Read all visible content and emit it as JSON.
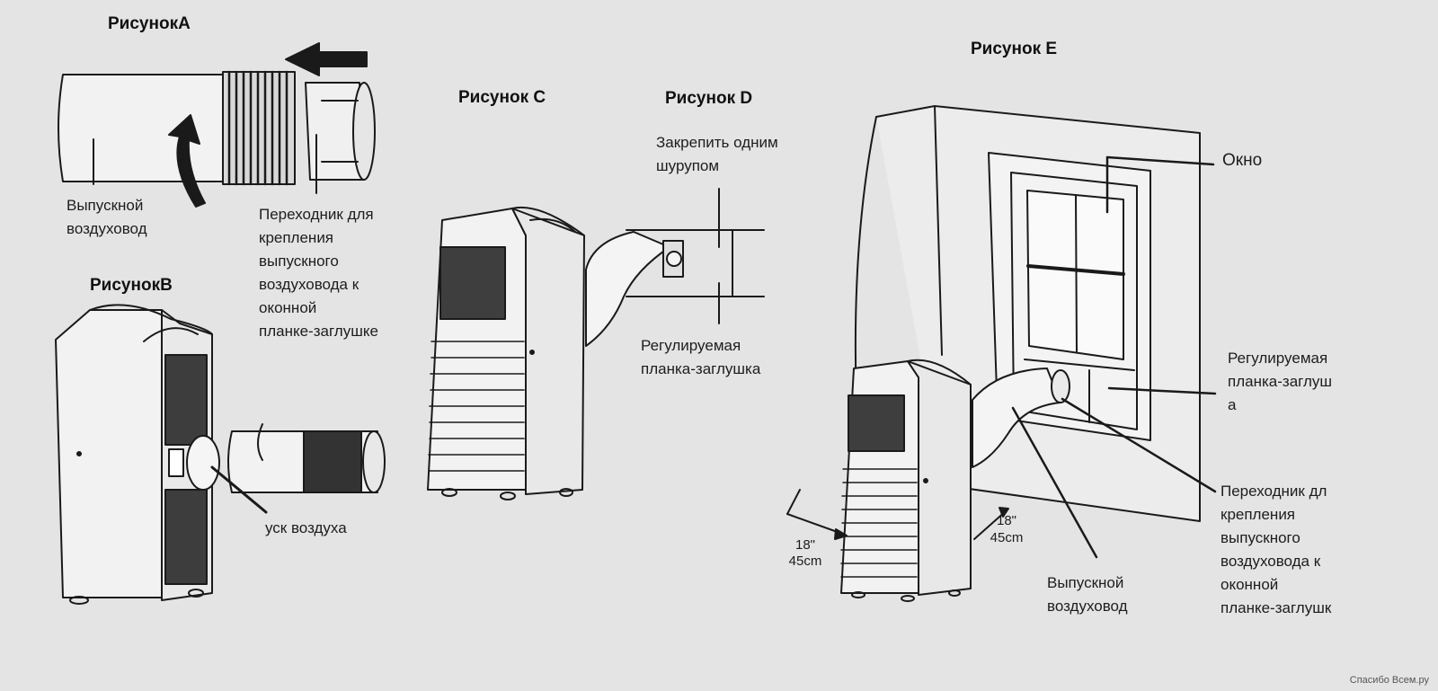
{
  "titles": {
    "a": "РисунокA",
    "b": "РисунокB",
    "c": "Рисунок C",
    "d": "Рисунок D",
    "e": "Рисунок E"
  },
  "labels": {
    "exhaust_duct_a": "Выпускной\nвоздуховод",
    "adapter_a": "Переходник для\nкрепления\nвыпускного\nвоздуховода к\nоконной\nпланке-заглушке",
    "air_outlet_b": "уск воздуха",
    "screw_d": "Закрепить одним\nшурупом",
    "adjustable_panel_d": "Регулируемая\nпланка-заглушка",
    "window_e": "Окно",
    "adjustable_panel_e": "Регулируемая\nпланка-заглуш\nа",
    "adapter_e": "Переходник дл\nкрепления\nвыпускного\nвоздуховода к\nоконной\nпланке-заглушк",
    "exhaust_duct_e": "Выпускной\nвоздуховод",
    "dist_left_in": "18\"",
    "dist_left_cm": "45cm",
    "dist_right_in": "18\"",
    "dist_right_cm": "45cm"
  },
  "watermark": "Спасибо Всем.ру",
  "colors": {
    "paper": "#e4e4e4",
    "ink": "#1a1a1a",
    "device_fill": "#f1f1f1",
    "grille": "#3a3a3a"
  }
}
